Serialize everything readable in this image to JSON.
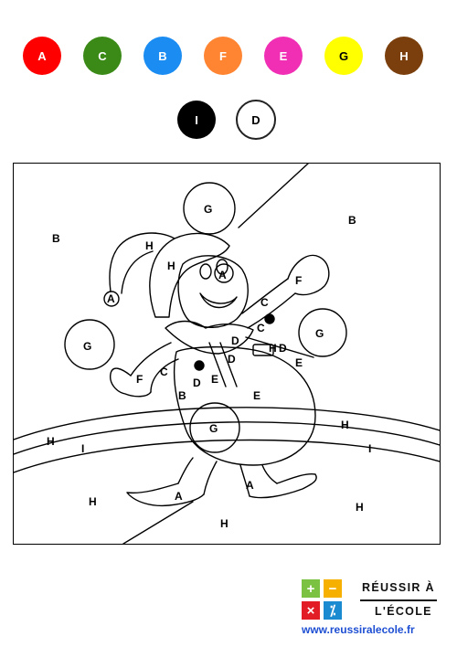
{
  "palette": [
    {
      "letter": "A",
      "color": "#ff0000"
    },
    {
      "letter": "C",
      "color": "#3b8a17"
    },
    {
      "letter": "B",
      "color": "#1a8cf2"
    },
    {
      "letter": "F",
      "color": "#ff8533"
    },
    {
      "letter": "E",
      "color": "#f02fb5"
    },
    {
      "letter": "G",
      "color": "#ffff00"
    },
    {
      "letter": "H",
      "color": "#7a3f0c"
    },
    {
      "letter": "I",
      "color": "#000000"
    },
    {
      "letter": "D",
      "color": "#ffffff"
    }
  ],
  "drawing": {
    "labels": [
      "G",
      "B",
      "B",
      "H",
      "H",
      "A",
      "A",
      "F",
      "C",
      "C",
      "G",
      "G",
      "D",
      "D",
      "H",
      "F",
      "C",
      "D",
      "E",
      "D",
      "E",
      "B",
      "E",
      "G",
      "H",
      "I",
      "H",
      "I",
      "H",
      "A",
      "A",
      "H",
      "H"
    ]
  },
  "logo": {
    "line1": "RÉUSSIR À",
    "line2": "L'ÉCOLE",
    "url": "www.reussiralecole.fr",
    "square_colors": [
      "#7cc242",
      "#f6b100",
      "#e21d25",
      "#1a8bd0"
    ],
    "square_symbols": [
      "+",
      "−",
      "×",
      "⁒"
    ]
  }
}
